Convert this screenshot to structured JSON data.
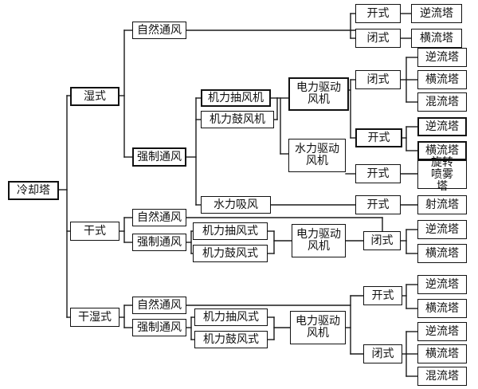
{
  "nodes": {
    "root": "冷却塔",
    "wet": "湿式",
    "wet_natural": "自然通风",
    "wet_natural_open": "开式",
    "wet_natural_open_counterflow": "逆流塔",
    "wet_natural_closed": "闭式",
    "wet_natural_closed_crossflow": "横流塔",
    "wet_forced": "强制通风",
    "wet_forced_induced": "机力抽风机",
    "wet_forced_blown": "机力鼓风机",
    "wet_electric_fan": "电力驱动风机",
    "wet_elec_closed": "闭式",
    "wet_elec_closed_counterflow": "逆流塔",
    "wet_elec_closed_crossflow": "横流塔",
    "wet_elec_closed_mixed": "混流塔",
    "wet_elec_open": "开式",
    "wet_elec_open_counterflow": "逆流塔",
    "wet_elec_open_crossflow": "横流塔",
    "wet_hydro_fan": "水力驱动风机",
    "wet_hydro_open": "开式",
    "wet_hydro_open_spray": "旋转喷雾塔",
    "wet_water_suction": "水力吸风",
    "wet_suction_open": "开式",
    "wet_suction_open_jet": "射流塔",
    "dry": "干式",
    "dry_natural": "自然通风",
    "dry_forced": "强制通风",
    "dry_forced_induced": "机力抽风式",
    "dry_forced_blown": "机力鼓风式",
    "dry_electric_fan": "电力驱动风机",
    "dry_closed": "闭式",
    "dry_closed_counterflow": "逆流塔",
    "dry_closed_crossflow": "横流塔",
    "wetdry": "干湿式",
    "wetdry_natural": "自然通风",
    "wetdry_forced": "强制通风",
    "wetdry_forced_induced": "机力抽风式",
    "wetdry_forced_blown": "机力鼓风式",
    "wetdry_electric_fan": "电力驱动风机",
    "wetdry_open": "开式",
    "wetdry_open_counterflow": "逆流塔",
    "wetdry_open_crossflow": "横流塔",
    "wetdry_closed": "闭式",
    "wetdry_closed_counterflow": "逆流塔",
    "wetdry_closed_crossflow": "横流塔",
    "wetdry_closed_mixed": "混流塔"
  }
}
